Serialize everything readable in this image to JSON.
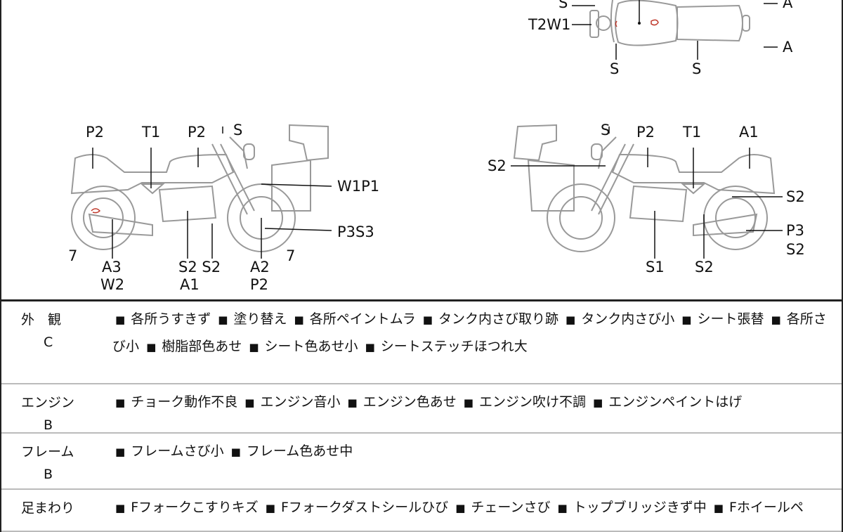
{
  "top_view_labels": [
    "S",
    "T2W1",
    "A",
    "A",
    "S",
    "S"
  ],
  "left_view_labels": [
    "P2",
    "T1",
    "P2",
    "S",
    "W1P1",
    "P3S3",
    "7",
    "A3",
    "W2",
    "S2 S2",
    "A1",
    "A2",
    "P2",
    "7"
  ],
  "right_view_labels": [
    "S",
    "P2",
    "T1",
    "A1",
    "S2",
    "S2",
    "P3",
    "S2",
    "S1",
    "S2"
  ],
  "rows": [
    {
      "category": "外　観",
      "grade": "C",
      "items": [
        "各所うすきず",
        "塗り替え",
        "各所ペイントムラ",
        "タンク内さび取り跡",
        "タンク内さび小",
        "シート張替",
        "各所さび小",
        "樹脂部色あせ",
        "シート色あせ小",
        "シートステッチほつれ大"
      ]
    },
    {
      "category": "エンジン",
      "grade": "B",
      "items": [
        "チョーク動作不良",
        "エンジン音小",
        "エンジン色あせ",
        "エンジン吹け不調",
        "エンジンペイントはげ"
      ]
    },
    {
      "category": "フレーム",
      "grade": "B",
      "items": [
        "フレームさび小",
        "フレーム色あせ中"
      ]
    },
    {
      "category": "足まわり",
      "grade": "",
      "items": [
        "Fフォークこすりキズ",
        "Fフォークダストシールひび",
        "チェーンさび",
        "トップブリッジきず中",
        "Fホイールペ"
      ]
    }
  ],
  "colors": {
    "outline": "#999999",
    "marker": "#c0392b"
  }
}
